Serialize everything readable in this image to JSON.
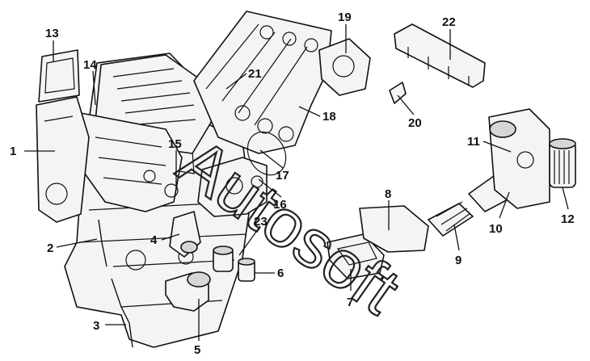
{
  "watermark": "Autosoft",
  "callouts": [
    "1",
    "2",
    "3",
    "4",
    "5",
    "6",
    "7",
    "8",
    "9",
    "10",
    "11",
    "12",
    "13",
    "14",
    "15",
    "16",
    "17",
    "18",
    "19",
    "20",
    "21",
    "22",
    "23"
  ]
}
